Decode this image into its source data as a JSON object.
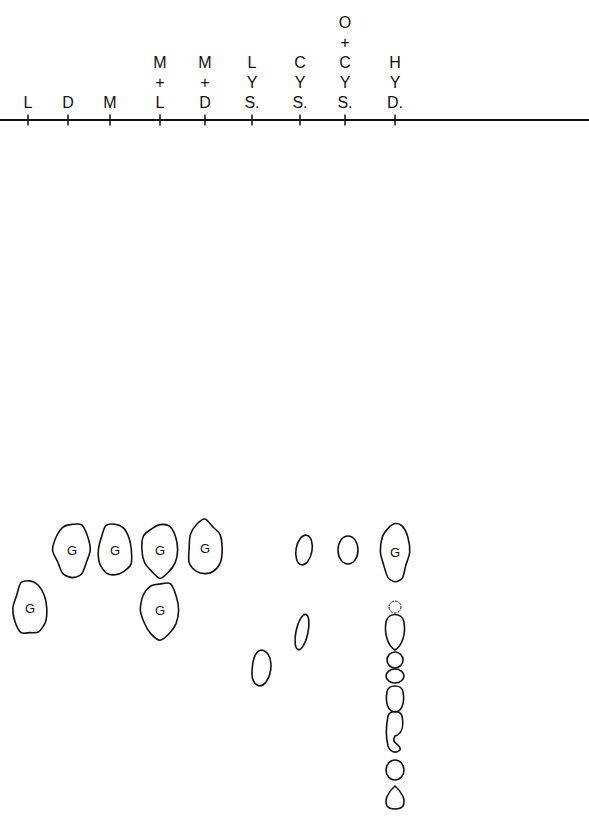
{
  "diagram": {
    "nodes": [
      {
        "text": [
          "G"
        ]
      },
      {
        "text": [
          "G"
        ]
      },
      {
        "text": [
          "G"
        ]
      },
      {
        "text": [
          "G"
        ]
      },
      {
        "text": [
          "G"
        ]
      },
      {
        "text": [
          "G"
        ]
      },
      {
        "text": [
          "G"
        ]
      }
    ],
    "labels": [
      "L",
      "D",
      "M",
      "M + L",
      "M + D",
      "L Y S.",
      "C Y S.",
      "O + C Y S.",
      "H Y D."
    ]
  }
}
